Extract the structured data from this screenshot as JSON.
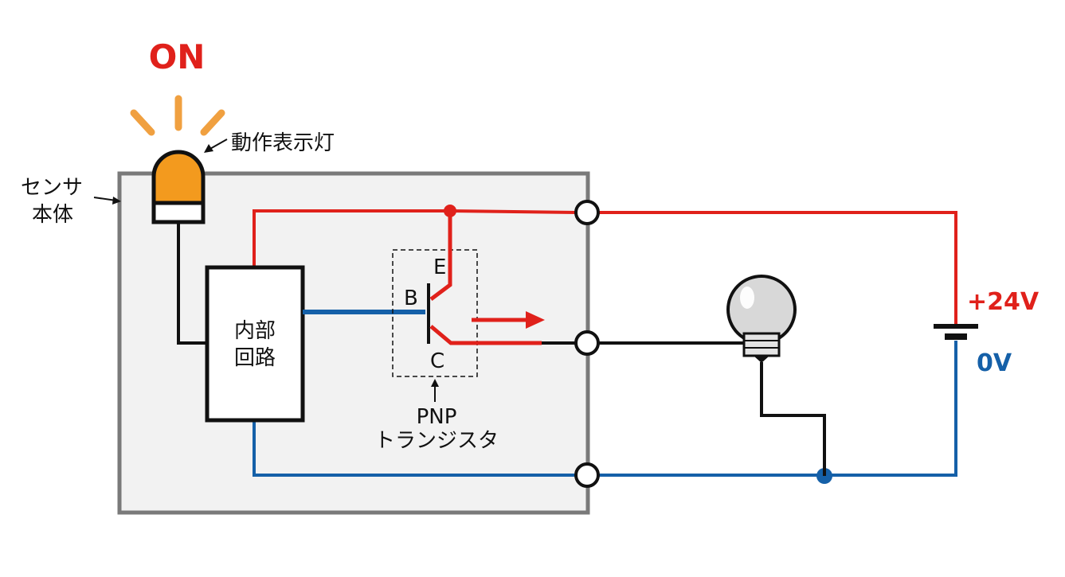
{
  "colors": {
    "power_line": "#e0211b",
    "ground_line": "#1560a8",
    "signal_line": "#111111",
    "indicator_lamp": "#f39a1e",
    "lamp_rays": "#f0a040",
    "sensor_body_fill": "#f2f2f2",
    "sensor_body_border": "#7a7a7a",
    "bulb_glass": "#d8d8d8"
  },
  "status": {
    "text": "ON"
  },
  "indicator": {
    "label": "動作表示灯"
  },
  "sensor": {
    "label_line1": "センサ",
    "label_line2": "本体"
  },
  "internal_circuit": {
    "label_line1": "内部",
    "label_line2": "回路"
  },
  "transistor": {
    "emitter": "E",
    "base": "B",
    "collector": "C",
    "label_line1": "PNP",
    "label_line2": "トランジスタ"
  },
  "supply": {
    "positive": "+24V",
    "negative": "0V"
  },
  "icons": {
    "indicator": "indicator-lamp-icon",
    "load": "light-bulb-icon",
    "battery": "battery-symbol-icon",
    "current": "current-arrow-icon"
  }
}
